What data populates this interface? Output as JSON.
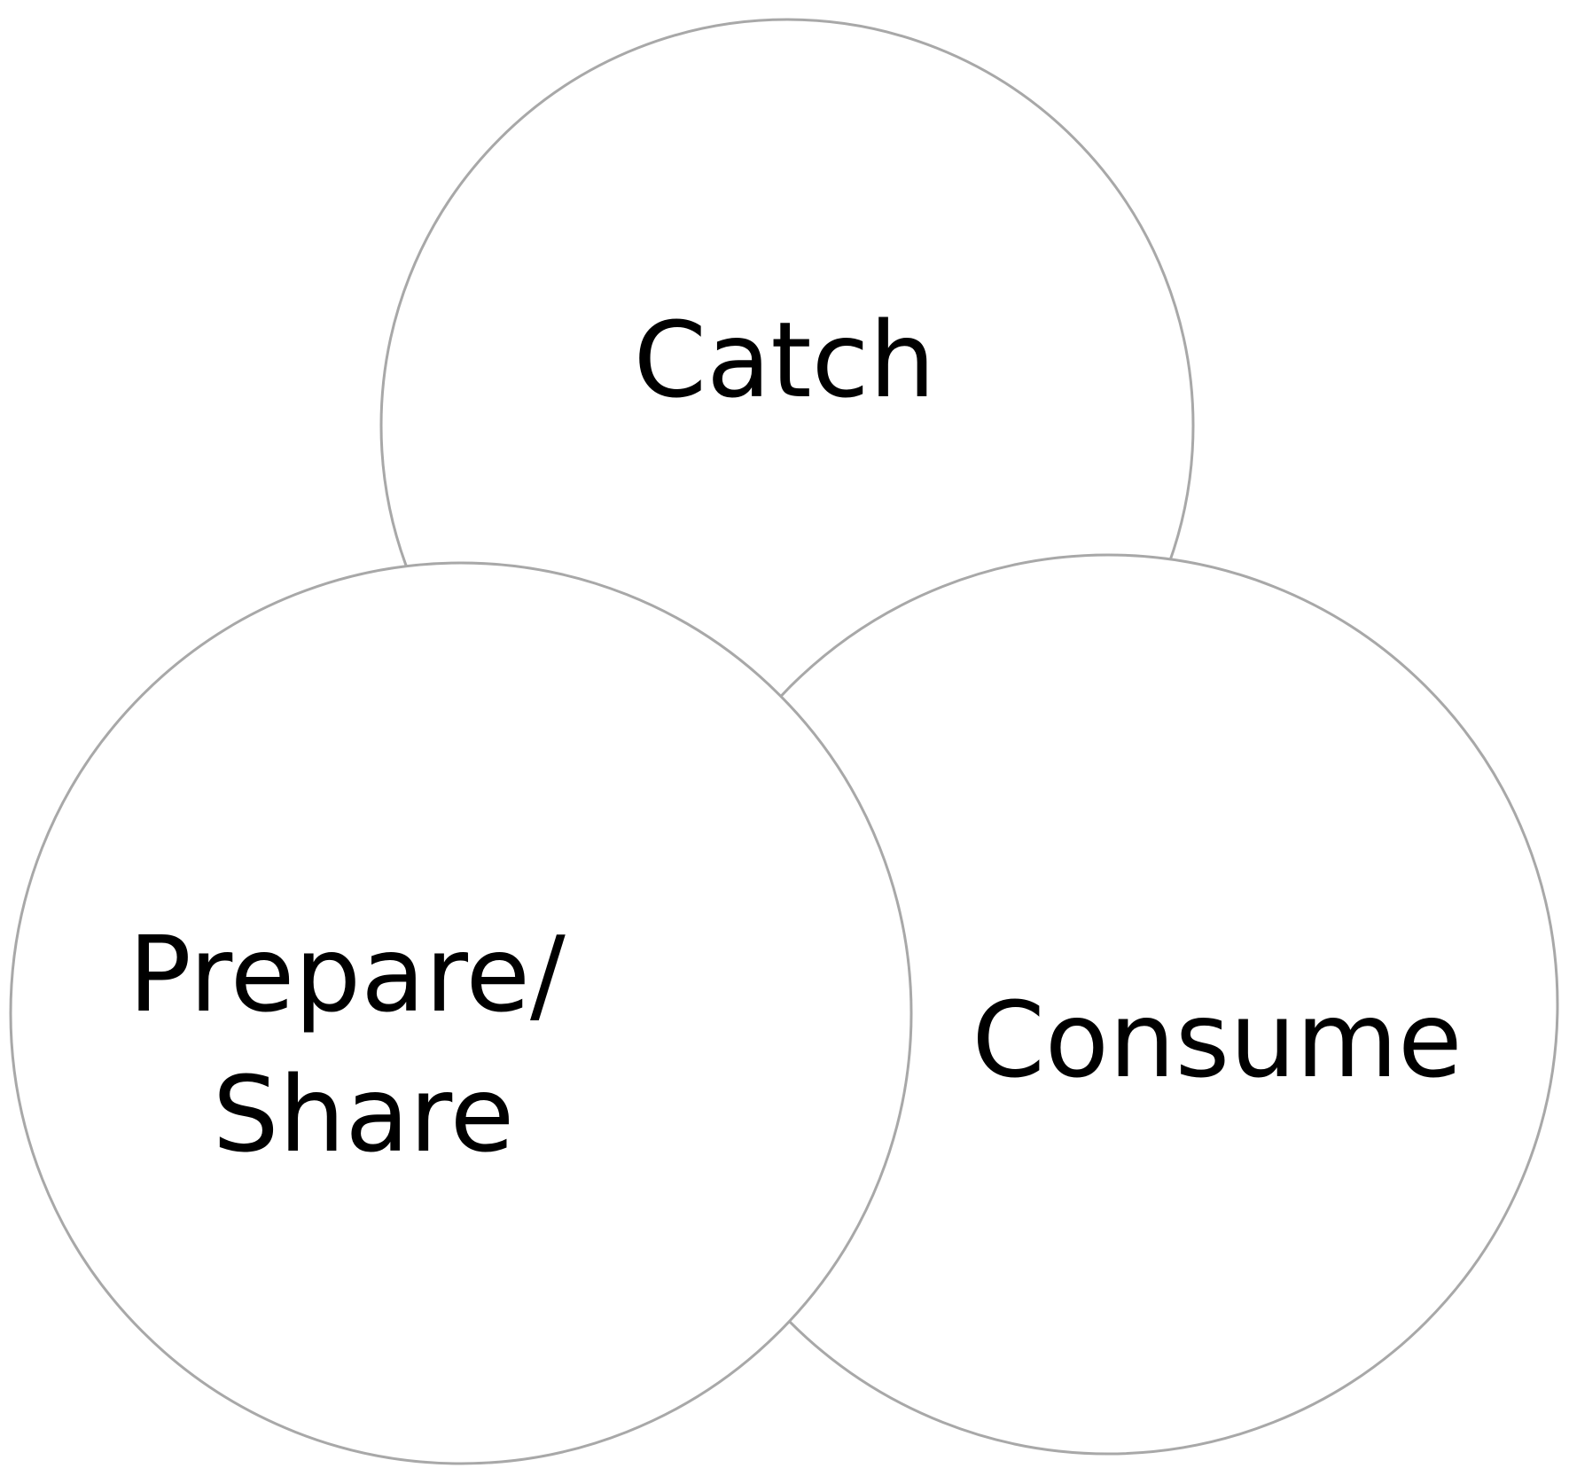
{
  "diagram": {
    "type": "venn",
    "stroke_color": "#a8a8a8",
    "fill_color": "#ffffff",
    "text_color": "#000000",
    "sets": [
      {
        "id": "catch",
        "lines": [
          "Catch"
        ]
      },
      {
        "id": "prepare-share",
        "lines": [
          "Prepare/",
          "Share"
        ]
      },
      {
        "id": "consume",
        "lines": [
          "Consume"
        ]
      }
    ]
  }
}
